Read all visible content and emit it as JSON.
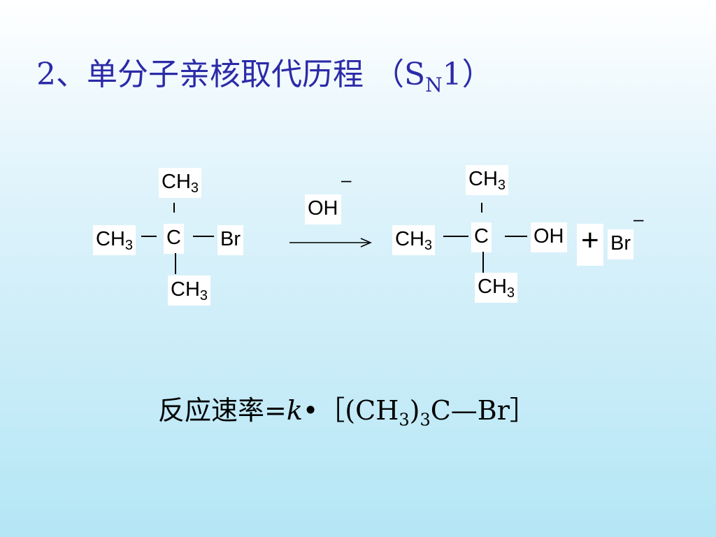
{
  "title": {
    "prefix": "2、单分子亲核取代历程 （S",
    "sub": "N",
    "suffix": "1）"
  },
  "reactant": {
    "top": "CH",
    "top_sub": "3",
    "left": "CH",
    "left_sub": "3",
    "center": "C",
    "right": "Br",
    "bottom": "CH",
    "bottom_sub": "3"
  },
  "reagent": {
    "label": "OH",
    "charge": "–"
  },
  "product": {
    "top": "CH",
    "top_sub": "3",
    "left": "CH",
    "left_sub": "3",
    "center": "C",
    "right": "OH",
    "bottom": "CH",
    "bottom_sub": "3"
  },
  "plus": "+",
  "byproduct": {
    "label": "Br",
    "charge": "–"
  },
  "rate": {
    "prefix": "反应速率=",
    "k": "k",
    "middle": "•［(CH",
    "sub1": "3",
    "paren": ")",
    "sub2": "3",
    "suffix": "C—Br］"
  }
}
